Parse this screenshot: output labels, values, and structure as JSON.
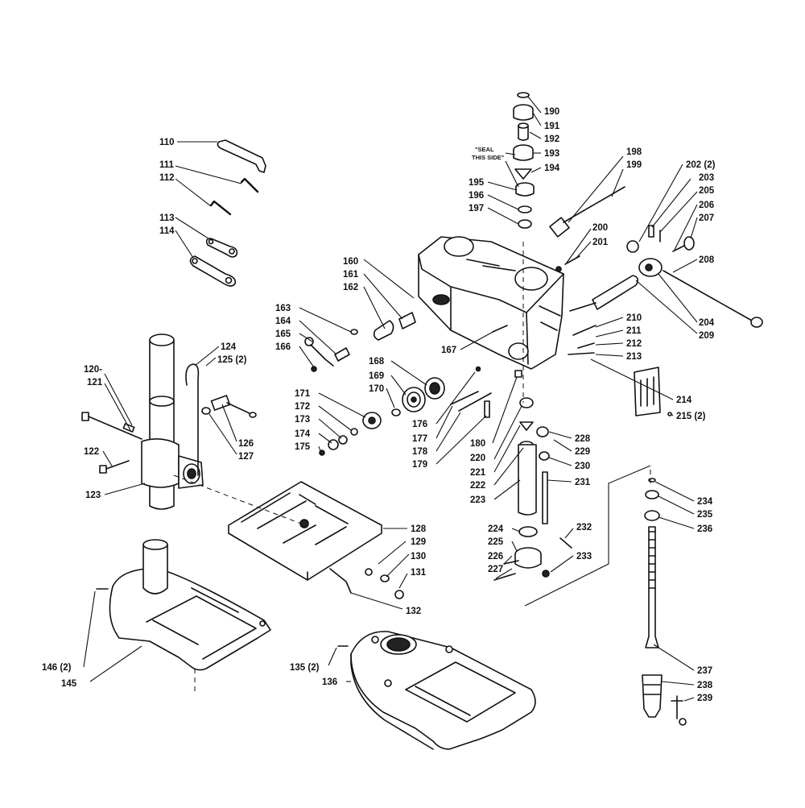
{
  "diagram": {
    "seal_note": [
      "\"SEAL",
      "THIS SIDE\""
    ],
    "labels": {
      "110": "110",
      "111": "111",
      "112": "112",
      "113": "113",
      "114": "114",
      "120": "120-",
      "121": "121",
      "122": "122",
      "123": "123",
      "124": "124",
      "125": "125 (2)",
      "126": "126",
      "127": "127",
      "128": "128",
      "129": "129",
      "130": "130",
      "131": "131",
      "132": "132",
      "135": "135 (2)",
      "136": "136",
      "145": "145",
      "146": "146 (2)",
      "160": "160",
      "161": "161",
      "162": "162",
      "163": "163",
      "164": "164",
      "165": "165",
      "166": "166",
      "167": "167",
      "168": "168",
      "169": "169",
      "170": "170",
      "171": "171",
      "172": "172",
      "173": "173",
      "174": "174",
      "175": "175",
      "176": "176",
      "177": "177",
      "178": "178",
      "179": "179",
      "180": "180",
      "190": "190",
      "191": "191",
      "192": "192",
      "193": "193",
      "194": "194",
      "195": "195",
      "196": "196",
      "197": "197",
      "198": "198",
      "199": "199",
      "200": "200",
      "201": "201",
      "202": "202 (2)",
      "203": "203",
      "204": "204",
      "205": "205",
      "206": "206",
      "207": "207",
      "208": "208",
      "209": "209",
      "210": "210",
      "211": "211",
      "212": "212",
      "213": "213",
      "214": "214",
      "215": "215 (2)",
      "220": "220",
      "221": "221",
      "222": "222",
      "223": "223",
      "224": "224",
      "225": "225",
      "226": "226",
      "227": "227",
      "228": "228",
      "229": "229",
      "230": "230",
      "231": "231",
      "232": "232",
      "233": "233",
      "234": "234",
      "235": "235",
      "236": "236",
      "237": "237",
      "238": "238",
      "239": "239"
    }
  }
}
